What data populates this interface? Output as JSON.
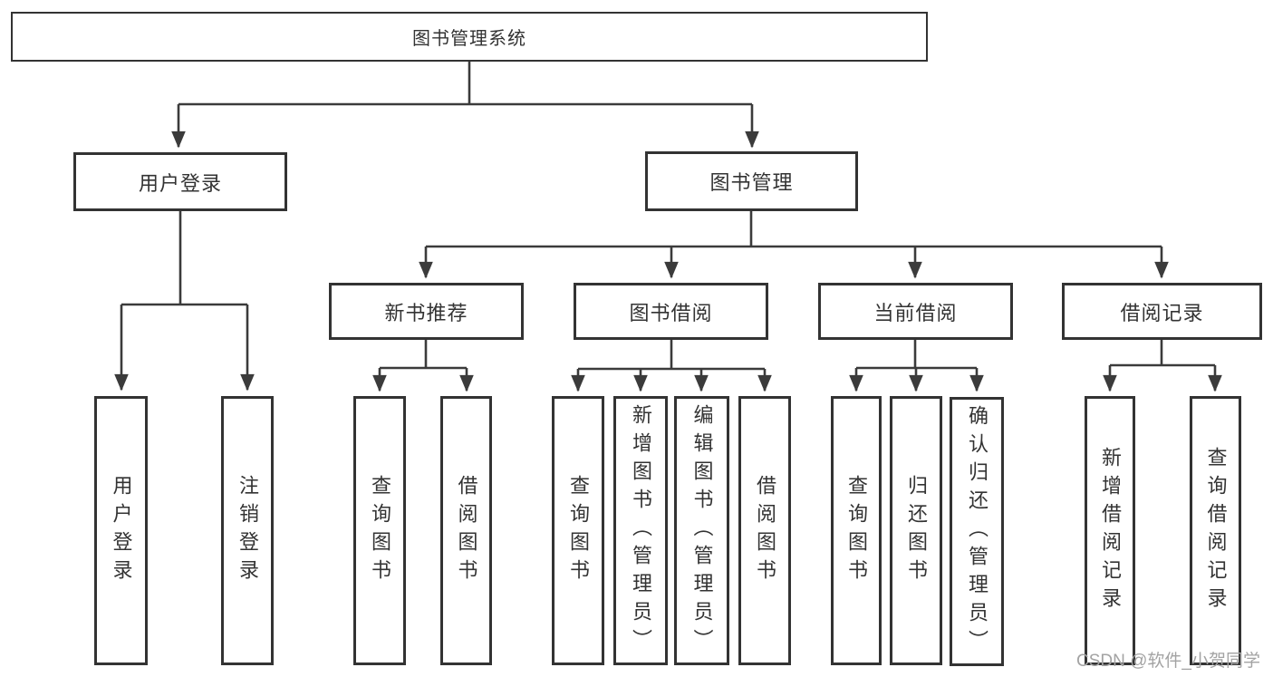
{
  "diagram": {
    "title": "图书管理系统",
    "modules": [
      {
        "name": "用户登录",
        "features": [
          "用户登录",
          "注销登录"
        ]
      },
      {
        "name": "图书管理",
        "submodules": [
          {
            "name": "新书推荐",
            "features": [
              "查询图书",
              "借阅图书"
            ]
          },
          {
            "name": "图书借阅",
            "features": [
              "查询图书",
              "新增图书（管理员）",
              "编辑图书（管理员）",
              "借阅图书"
            ]
          },
          {
            "name": "当前借阅",
            "features": [
              "查询图书",
              "归还图书",
              "确认归还（管理员）"
            ]
          },
          {
            "name": "借阅记录",
            "features": [
              "新增借阅记录",
              "查询借阅记录"
            ]
          }
        ]
      }
    ]
  },
  "watermark": "CSDN @软件_小贺同学",
  "colors": {
    "line": "#3b3b3b",
    "box_border": "#333333",
    "text": "#333333",
    "watermark": "#a3a3a3",
    "background": "#ffffff"
  }
}
